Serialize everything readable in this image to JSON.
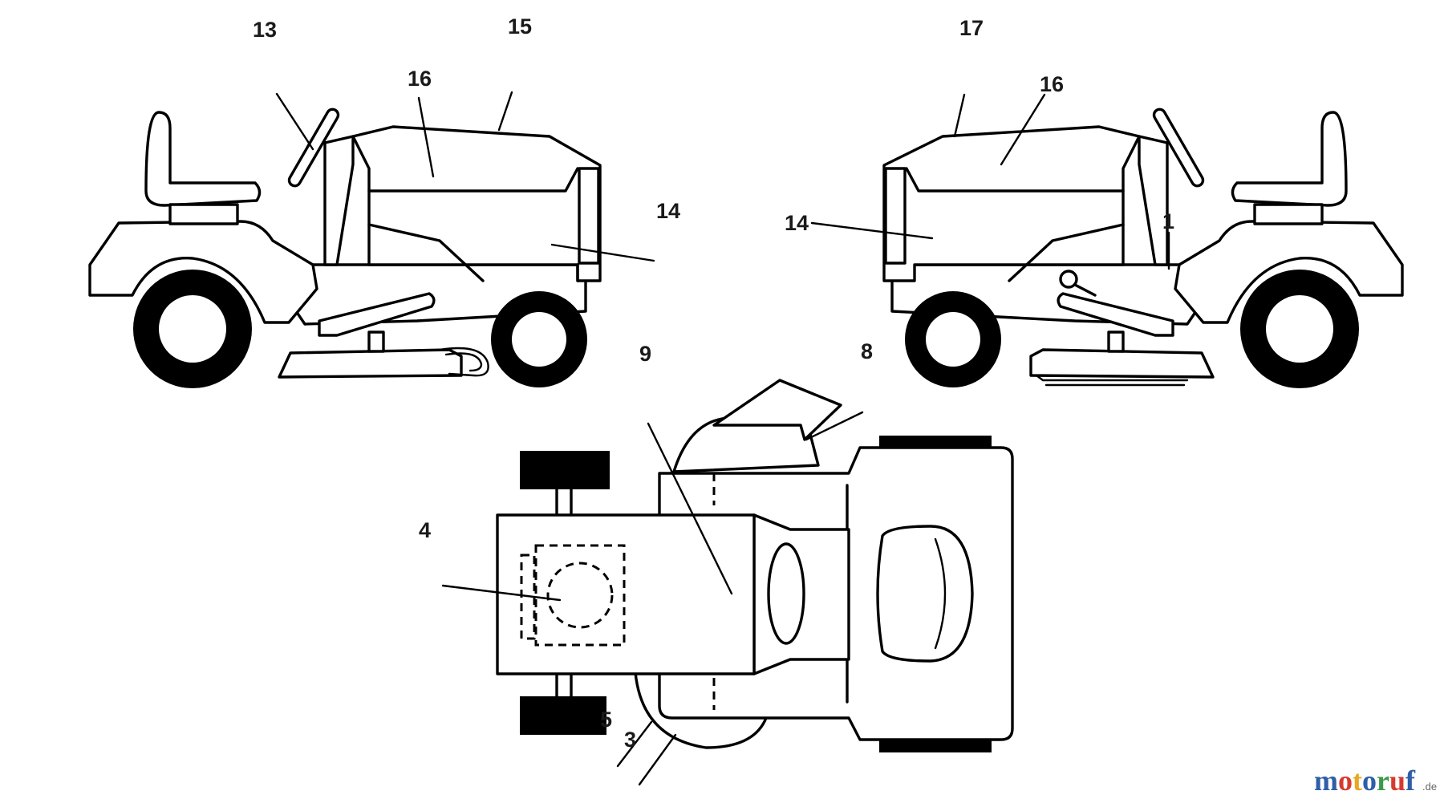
{
  "callouts": {
    "left_view": [
      "13",
      "15",
      "16",
      "14"
    ],
    "right_view": [
      "17",
      "16",
      "14",
      "1",
      "8"
    ],
    "top_view": [
      "9",
      "4",
      "5",
      "3"
    ]
  },
  "watermark": {
    "brand_letters": [
      "m",
      "o",
      "t",
      "o",
      "r",
      "u",
      "f"
    ],
    "brand_colors": [
      "#2e5fa8",
      "#d63a2f",
      "#e6a823",
      "#2e5fa8",
      "#3a9a48",
      "#d63a2f",
      "#2e5fa8"
    ],
    "suffix": ".de"
  }
}
